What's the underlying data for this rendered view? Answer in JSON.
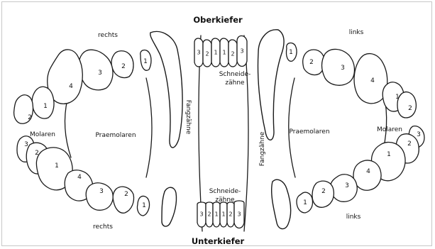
{
  "titles": {
    "upper": "Oberkiefer",
    "lower": "Unterkiefer"
  },
  "sides": {
    "right_top": "rechts",
    "right_bottom": "rechts",
    "left_top": "links",
    "left_bottom": "links"
  },
  "groups": {
    "molars_left_side": "Molaren",
    "molars_right_side": "Molaren",
    "premolars_left_side": "Praemolaren",
    "premolars_right_side": "Praemolaren",
    "canines_vertical_left": "Fangzähne",
    "canines_vertical_right": "Fangzähne"
  },
  "incisors": {
    "upper_label_1": "Schneide-",
    "upper_label_2": "zähne",
    "lower_label_1": "Schneide-",
    "lower_label_2": "zähne",
    "upper_numbers": [
      "3",
      "2",
      "1",
      "1",
      "2",
      "3"
    ],
    "lower_numbers": [
      "3",
      "2",
      "1",
      "1",
      "2",
      "3"
    ]
  },
  "tooth_numbers": {
    "ul_pm1": "1",
    "ul_pm2": "2",
    "ul_pm3": "3",
    "ul_m4": "4",
    "ul_m1": "1",
    "ul_m2": "2",
    "ur_pm1": "1",
    "ur_pm2": "2",
    "ur_pm3": "3",
    "ur_m4": "4",
    "ur_m1": "1",
    "ur_m2": "2",
    "ll_m3": "3",
    "ll_m2": "2",
    "ll_m1": "1",
    "ll_pm4": "4",
    "ll_pm3": "3",
    "ll_pm2": "2",
    "ll_pm1": "1",
    "lr_m3": "3",
    "lr_m2": "2",
    "lr_m1": "1",
    "lr_pm4": "4",
    "lr_pm3": "3",
    "lr_pm2": "2",
    "lr_pm1": "1"
  }
}
